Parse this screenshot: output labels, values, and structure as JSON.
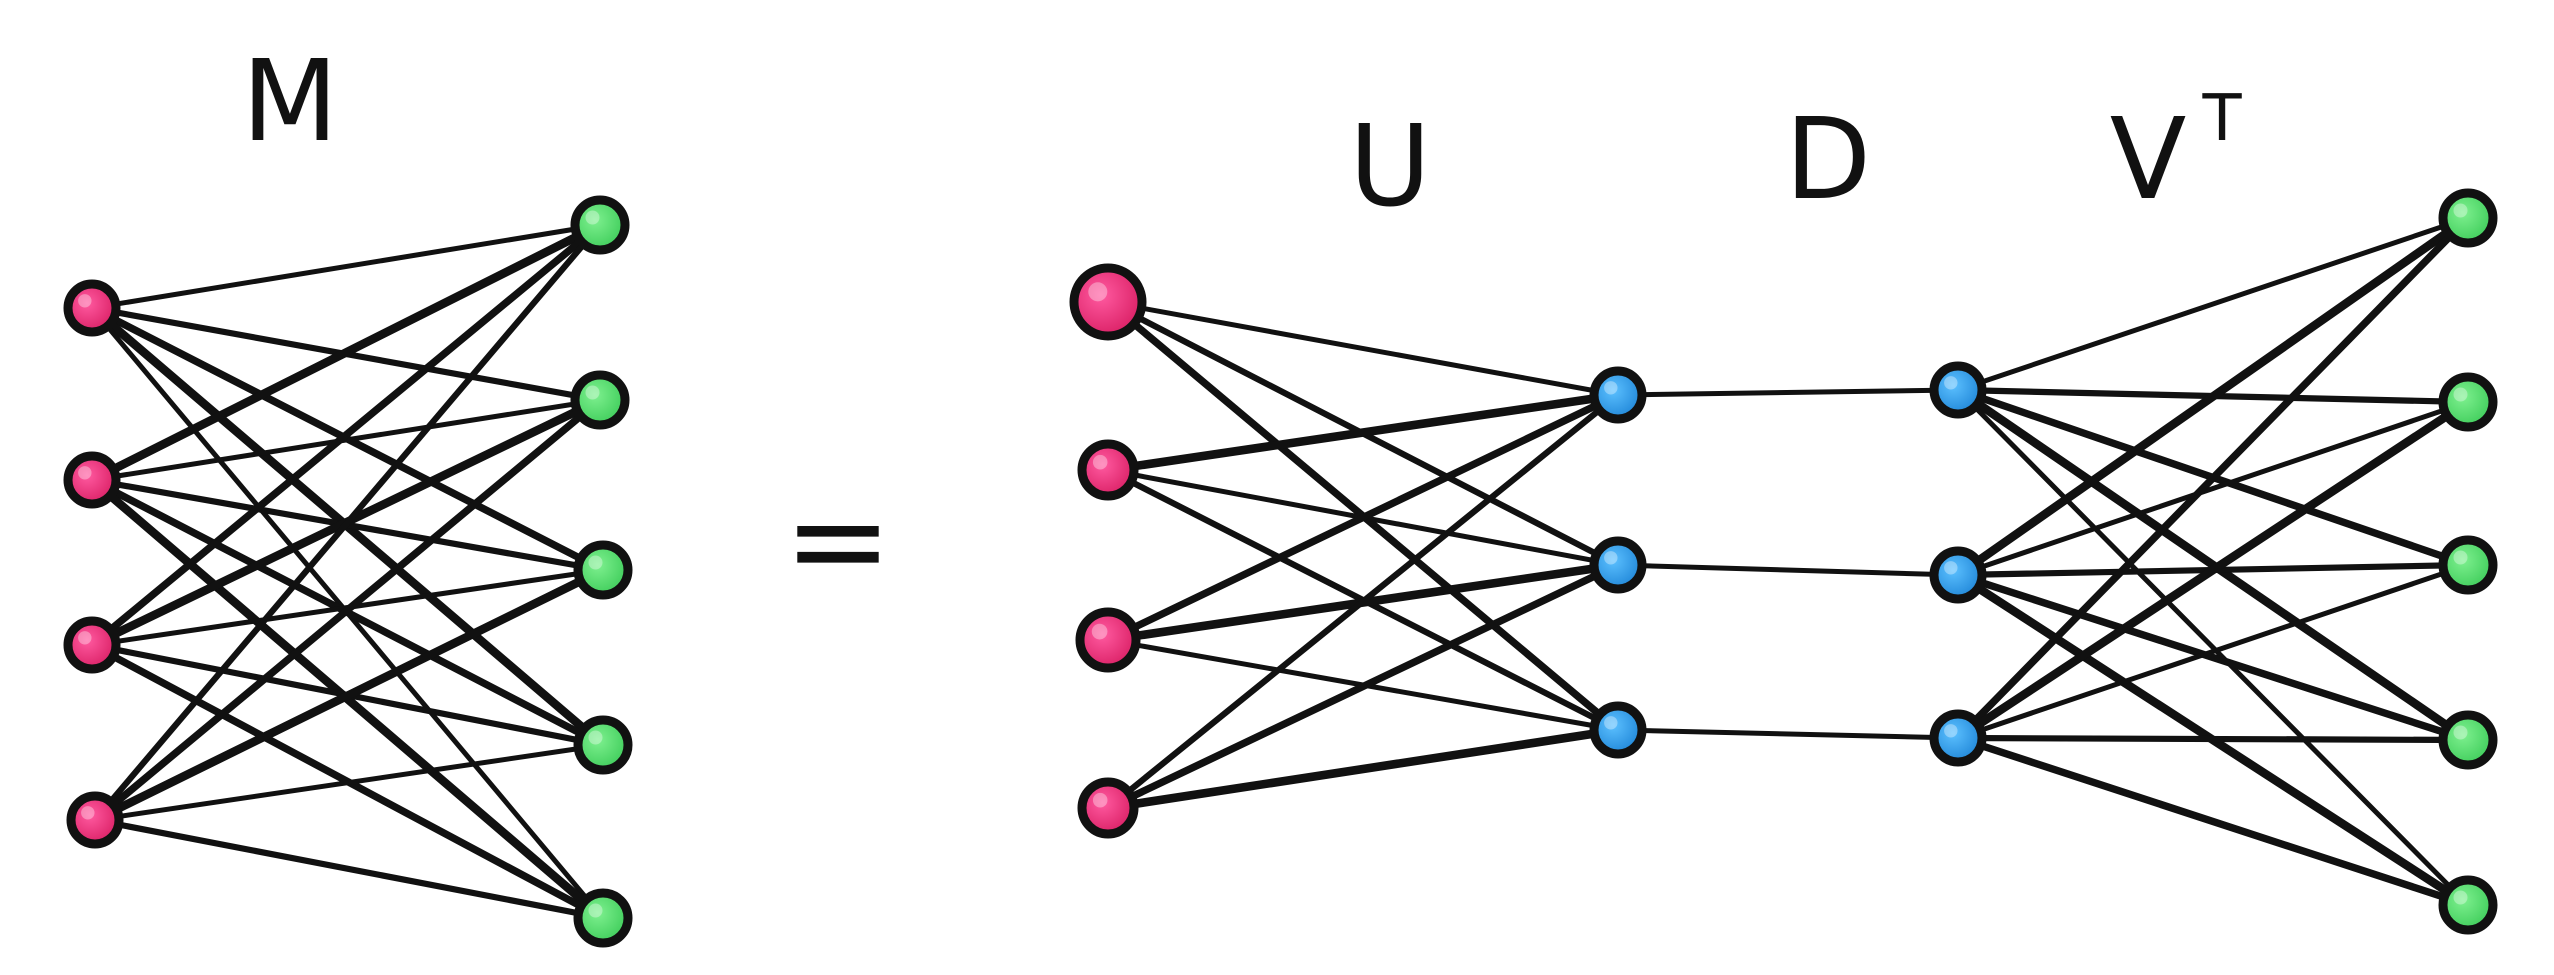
{
  "labels": {
    "m": "M",
    "equals": "=",
    "u": "U",
    "d": "D",
    "v": "V",
    "v_superscript": "T"
  },
  "colors": {
    "input_node": "#e8337a",
    "output_node": "#52d86a",
    "latent_node": "#2b9fe6",
    "edge": "#111111"
  },
  "graphs": {
    "m": {
      "inputs": 4,
      "outputs": 5,
      "edges": "complete-bipartite"
    },
    "u": {
      "inputs": 4,
      "outputs": 3,
      "edges": "complete-bipartite"
    },
    "d": {
      "inputs": 3,
      "outputs": 3,
      "edges": "one-to-one"
    },
    "vt": {
      "inputs": 3,
      "outputs": 5,
      "edges": "complete-bipartite"
    }
  }
}
